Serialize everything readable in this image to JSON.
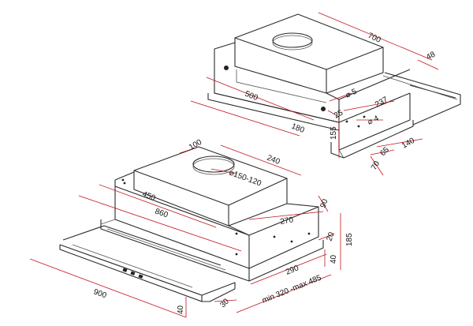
{
  "top_view": {
    "dims": {
      "d700": "700",
      "d48": "48",
      "d500": "500",
      "dphi5": "⌀ 5",
      "d237": "237",
      "d25": "25",
      "d180": "180",
      "dphi4": "⌀ 4",
      "d155": "155",
      "d140": "140",
      "d65": "65",
      "d70": "70"
    }
  },
  "bottom_view": {
    "dims": {
      "d100": "100",
      "d240": "240",
      "dphi150": "⌀150-120",
      "d450": "450",
      "d860": "860",
      "d90": "90",
      "d270": "270",
      "d20": "20",
      "d185": "185",
      "d40r": "40",
      "d290": "290",
      "dminmax": "min 320 -max 485",
      "d900": "900",
      "d40b": "40",
      "d30": "30"
    }
  }
}
